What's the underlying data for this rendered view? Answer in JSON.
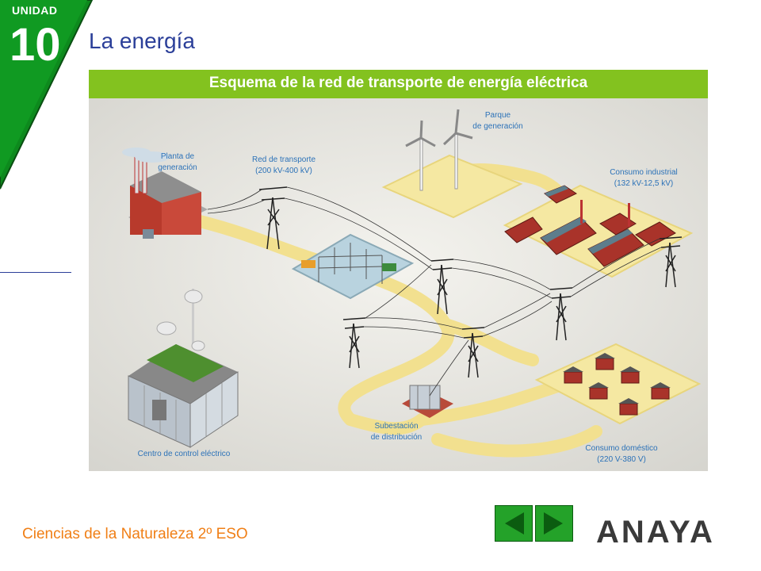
{
  "header": {
    "unit_label": "UNIDAD",
    "unit_number": "10",
    "title": "La energía"
  },
  "diagram": {
    "title": "Esquema de la red de transporte de energía eléctrica",
    "labels": {
      "planta": [
        "Planta de",
        "generación"
      ],
      "red": [
        "Red de transporte",
        "(200 kV-400 kV)"
      ],
      "parque": [
        "Parque",
        "de generación"
      ],
      "industrial": [
        "Consumo industrial",
        "(132 kV-12,5 kV)"
      ],
      "subestacion": [
        "Subestación",
        "de distribución"
      ],
      "domestico": [
        "Consumo doméstico",
        "(220 V-380 V)"
      ],
      "control": "Centro de control eléctrico"
    }
  },
  "footer": {
    "course": "Ciencias de la Naturaleza 2º ESO",
    "brand": "ANAYA"
  },
  "colors": {
    "accent_green": "#83c21f",
    "nav_green": "#24a229",
    "title_blue": "#2b3f99",
    "label_blue": "#2c72b8",
    "footer_orange": "#f07f16",
    "road_yellow": "#f2e08f"
  }
}
